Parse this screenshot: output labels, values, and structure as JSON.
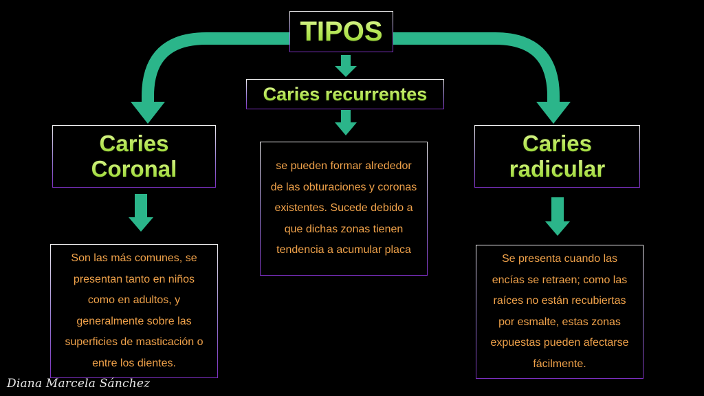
{
  "colors": {
    "background": "#000000",
    "arrow": "#2bb58a",
    "title_text": "#b6e34c",
    "description_text": "#f0a24a",
    "box_border": "#9a7fd6"
  },
  "root": {
    "title": "TIPOS"
  },
  "branches": {
    "left": {
      "title_line1": "Caries",
      "title_line2": "Coronal",
      "description": "Son las más comunes, se presentan tanto en niños como en adultos, y generalmente sobre las superficies de masticación o entre los dientes."
    },
    "center": {
      "title": "Caries recurrentes",
      "description": "se pueden formar alrededor de las obturaciones y coronas existentes. Sucede debido a que dichas zonas tienen tendencia a acumular placa"
    },
    "right": {
      "title_line1": "Caries",
      "title_line2": "radicular",
      "description": "Se presenta cuando las encías se retraen; como las raíces no están recubiertas por esmalte, estas zonas expuestas pueden afectarse fácilmente."
    }
  },
  "author": "Diana Marcela Sánchez"
}
